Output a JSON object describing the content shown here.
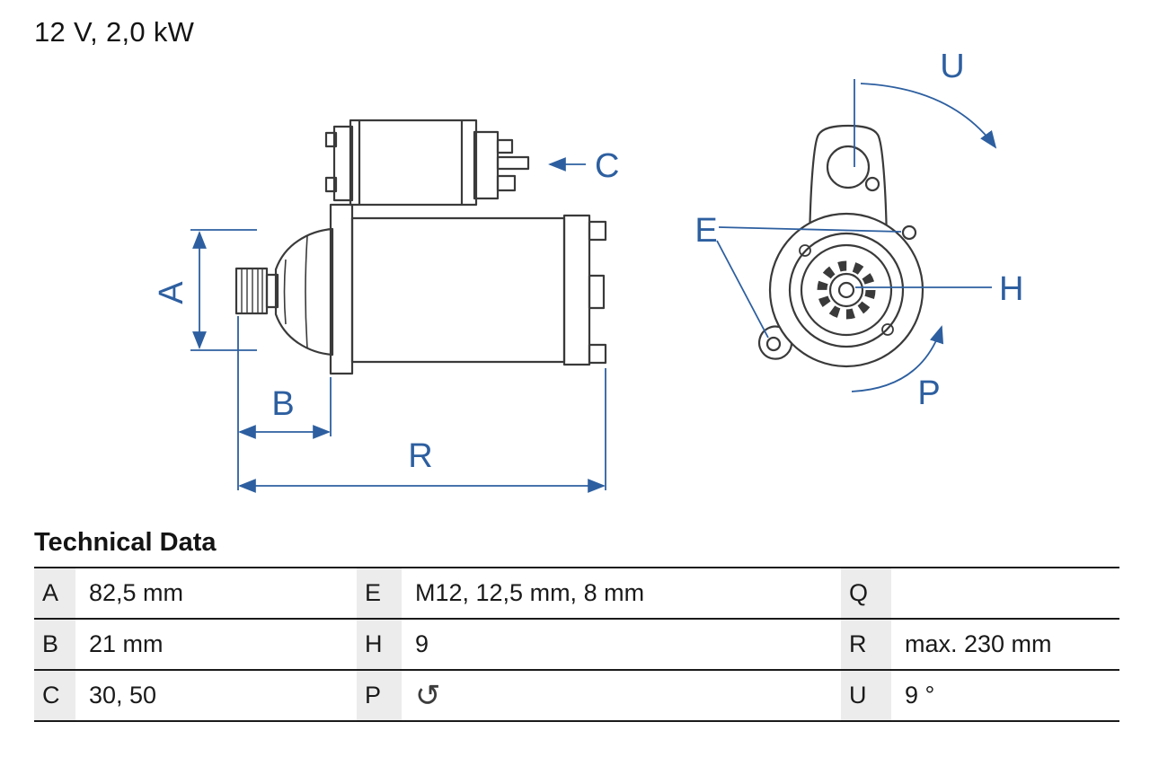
{
  "title": "12 V, 2,0 kW",
  "colors": {
    "annotation_blue": "#2d5fa0",
    "outline_dark": "#3a3a3a",
    "table_key_bg": "#ececec",
    "table_border": "#1a1a1a"
  },
  "diagram": {
    "labels": {
      "A": "A",
      "B": "B",
      "C": "C",
      "E": "E",
      "H": "H",
      "P": "P",
      "R": "R",
      "U": "U"
    }
  },
  "table": {
    "heading": "Technical Data",
    "icon_counterclockwise": "↺",
    "rows": [
      {
        "cells": [
          {
            "key": "A",
            "value": "82,5 mm"
          },
          {
            "key": "E",
            "value": "M12, 12,5 mm, 8 mm"
          },
          {
            "key": "Q",
            "value": ""
          }
        ]
      },
      {
        "cells": [
          {
            "key": "B",
            "value": "21 mm"
          },
          {
            "key": "H",
            "value": "9"
          },
          {
            "key": "R",
            "value": "max. 230 mm"
          }
        ]
      },
      {
        "cells": [
          {
            "key": "C",
            "value": "30, 50"
          },
          {
            "key": "P",
            "value": ""
          },
          {
            "key": "U",
            "value": "9 °"
          }
        ]
      }
    ]
  }
}
